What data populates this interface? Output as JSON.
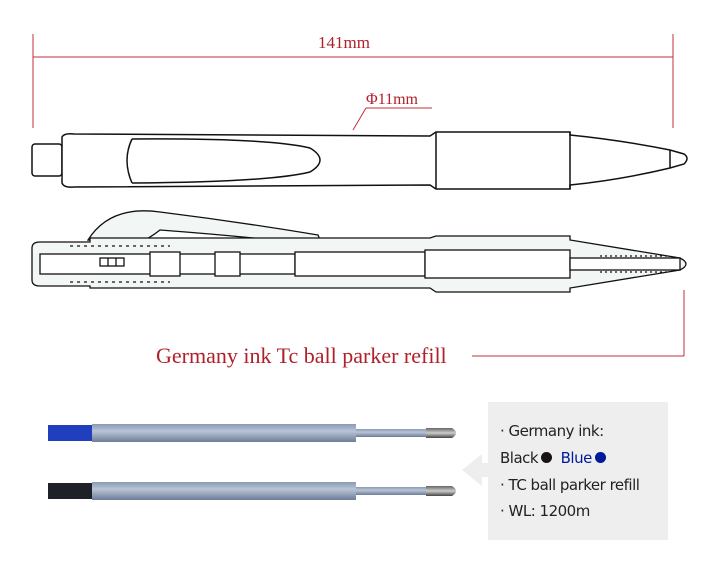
{
  "dimensions": {
    "total_length": "141mm",
    "diameter": "Φ11mm",
    "line_color": "#c0303a"
  },
  "caption": {
    "text": "Germany ink Tc ball parker refill",
    "color": "#b0202a"
  },
  "info_box": {
    "line1": "· Germany ink:",
    "colors": [
      {
        "label": "Black",
        "color": "#1a1212"
      },
      {
        "label": "Blue",
        "color": "#001a99"
      }
    ],
    "line3": "· TC ball parker refill",
    "line4": "· WL: 1200m",
    "background": "#eeeeee"
  },
  "refills": [
    {
      "name": "blue-refill",
      "cap_color": "#1f3fbf"
    },
    {
      "name": "black-refill",
      "cap_color": "#1e2228"
    }
  ]
}
